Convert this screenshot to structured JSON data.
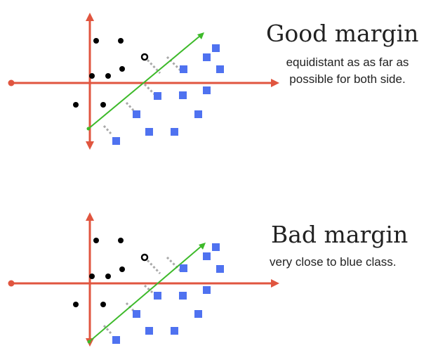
{
  "colors": {
    "axis": "#e0553f",
    "separator": "#3dba2a",
    "margin_lines": "#a9a9a9",
    "class_dots": "#000000",
    "class_squares": "#4f72f0",
    "text": "#222222"
  },
  "panels": [
    {
      "title": "Good margin",
      "desc_lines": [
        "equidistant as as far as",
        "possible for both side."
      ]
    },
    {
      "title": "Bad margin",
      "desc_lines": [
        "very close to blue class."
      ]
    }
  ]
}
